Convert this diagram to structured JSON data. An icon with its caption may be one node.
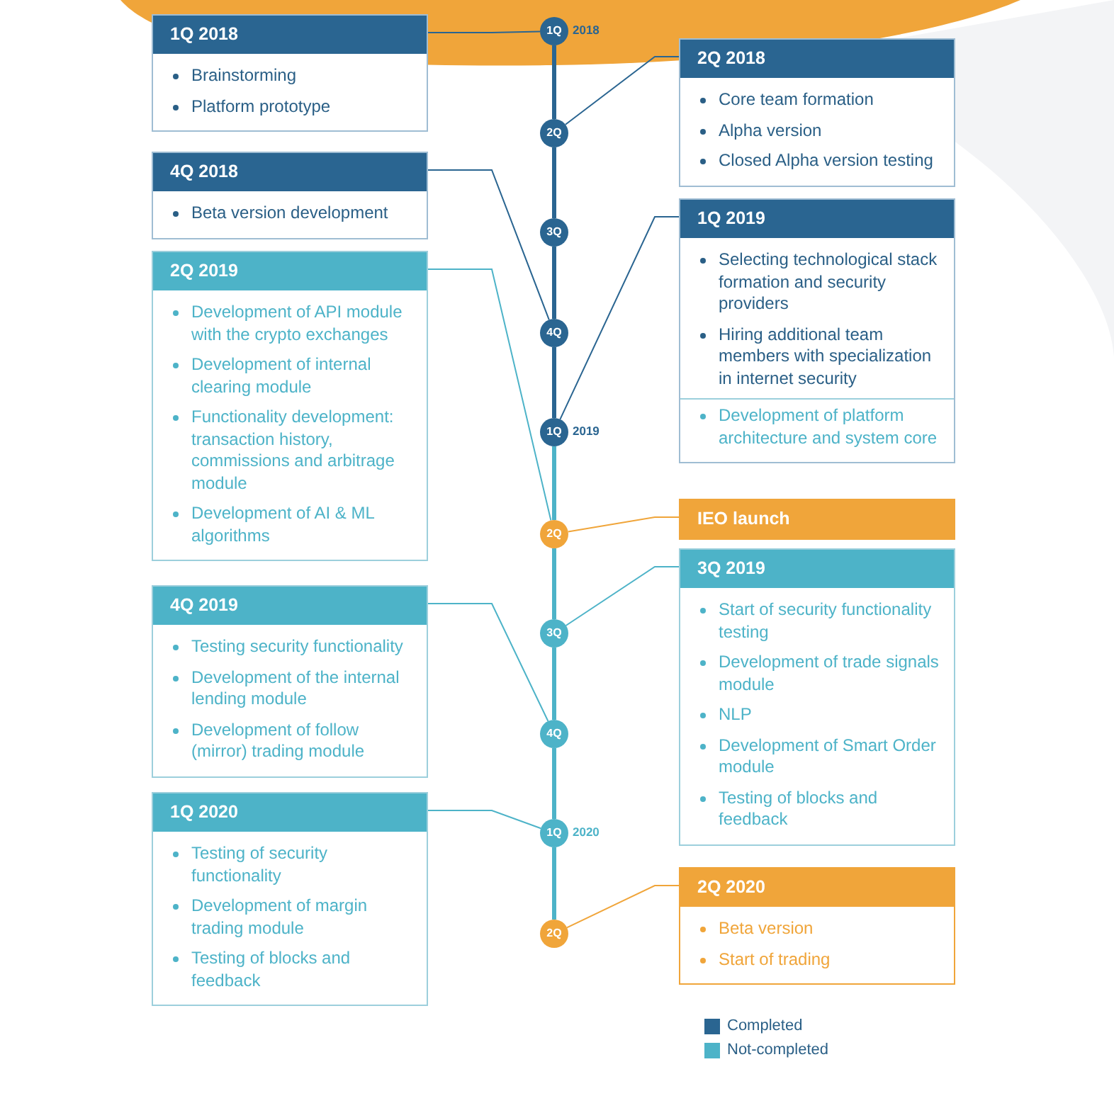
{
  "diagram": {
    "nodes": [
      {
        "text": [
          "1Q 2018",
          "Brainstorming",
          "Platform prototype"
        ]
      },
      {
        "text": [
          "1Q"
        ],
        "beside": [
          "2018"
        ]
      },
      {
        "text": [
          "2Q 2018",
          "Core team formation",
          "Alpha version",
          "Closed Alpha version testing"
        ]
      },
      {
        "text": [
          "2Q"
        ]
      },
      {
        "text": [
          "4Q 2018",
          "Beta version development"
        ]
      },
      {
        "text": [
          "3Q"
        ]
      },
      {
        "text": [
          "1Q 2019",
          "Selecting technological stack formation and security providers",
          "Hiring additional team members with specialization in internet security",
          "Development of platform architecture and system core"
        ]
      },
      {
        "text": [
          "2Q 2019",
          "Development of API module with the crypto exchanges",
          "Development of internal clearing module",
          "Functionality development: transaction history, commissions and arbitrage module",
          "Development of AI & ML algorithms"
        ]
      },
      {
        "text": [
          "4Q"
        ]
      },
      {
        "text": [
          "1Q"
        ],
        "beside": [
          "2019"
        ]
      },
      {
        "text": [
          "IEO launch"
        ]
      },
      {
        "text": [
          "2Q"
        ]
      },
      {
        "text": [
          "3Q 2019",
          "Start of security functionality testing",
          "Development of trade signals module",
          "NLP",
          "Development of Smart Order module",
          "Testing of blocks and feedback"
        ]
      },
      {
        "text": [
          "3Q"
        ]
      },
      {
        "text": [
          "4Q 2019",
          "Testing security functionality",
          "Development of the internal lending module",
          "Development of follow (mirror) trading module"
        ]
      },
      {
        "text": [
          "4Q"
        ]
      },
      {
        "text": [
          "1Q 2020",
          "Testing of security functionality",
          "Development of margin trading module",
          "Testing of blocks and feedback"
        ]
      },
      {
        "text": [
          "1Q"
        ],
        "beside": [
          "2020"
        ]
      },
      {
        "text": [
          "2Q 2020",
          "Beta version",
          "Start of trading"
        ]
      },
      {
        "text": [
          "2Q"
        ]
      }
    ],
    "edges": [
      {
        "from": 0,
        "to": 1,
        "arrow": "none",
        "color": "#2a6591"
      },
      {
        "from": 1,
        "to": 3,
        "arrow": "none",
        "style": "thick",
        "color": "#2a6591"
      },
      {
        "from": 2,
        "to": 3,
        "arrow": "none",
        "color": "#2a6591"
      },
      {
        "from": 3,
        "to": 5,
        "arrow": "none",
        "style": "thick",
        "color": "#2a6591"
      },
      {
        "from": 4,
        "to": 8,
        "arrow": "none",
        "color": "#2a6591"
      },
      {
        "from": 5,
        "to": 8,
        "arrow": "none",
        "style": "thick",
        "color": "#2a6591"
      },
      {
        "from": 6,
        "to": 9,
        "arrow": "none",
        "color": "#2a6591"
      },
      {
        "from": 8,
        "to": 9,
        "arrow": "none",
        "style": "thick",
        "color": "#2a6591"
      },
      {
        "from": 7,
        "to": 11,
        "arrow": "none"
      },
      {
        "from": 9,
        "to": 11,
        "arrow": "none",
        "style": "thick"
      },
      {
        "from": 10,
        "to": 11,
        "arrow": "none",
        "color": "#f0a53a"
      },
      {
        "from": 12,
        "to": 13,
        "arrow": "none"
      },
      {
        "from": 11,
        "to": 13,
        "arrow": "none",
        "style": "thick"
      },
      {
        "from": 14,
        "to": 15,
        "arrow": "none"
      },
      {
        "from": 13,
        "to": 15,
        "arrow": "none",
        "style": "thick"
      },
      {
        "from": 16,
        "to": 17,
        "arrow": "none"
      },
      {
        "from": 15,
        "to": 17,
        "arrow": "none",
        "style": "thick"
      },
      {
        "from": 18,
        "to": 19,
        "arrow": "none",
        "color": "#f0a53a"
      },
      {
        "from": 17,
        "to": 19,
        "arrow": "none",
        "style": "thick"
      }
    ],
    "legend": [
      {
        "text": "Completed",
        "color": "#2a6591"
      },
      {
        "text": "Not-completed",
        "color": "#4db3c8"
      }
    ]
  }
}
